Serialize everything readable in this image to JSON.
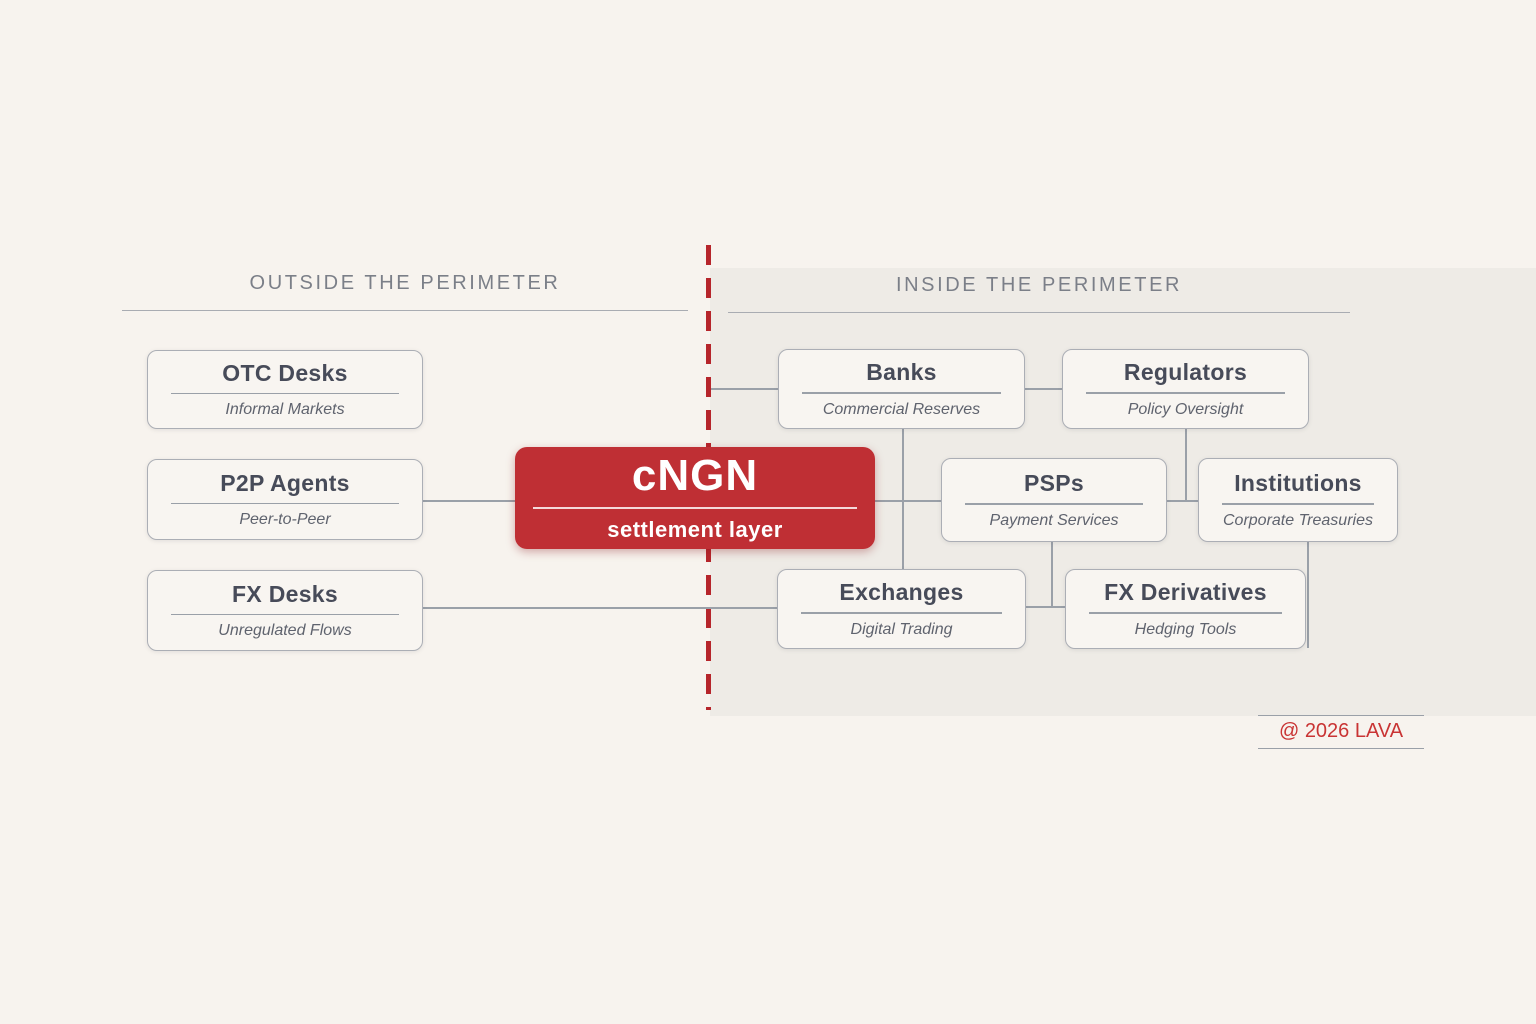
{
  "center": {
    "title": "cNGN",
    "subtitle": "settlement layer"
  },
  "outside": {
    "header": "OUTSIDE THE PERIMETER",
    "boxes": [
      {
        "title": "OTC Desks",
        "subtitle": "Informal Markets"
      },
      {
        "title": "P2P Agents",
        "subtitle": "Peer-to-Peer"
      },
      {
        "title": "FX Desks",
        "subtitle": "Unregulated Flows"
      }
    ]
  },
  "inside": {
    "header": "INSIDE THE PERIMETER",
    "boxes": [
      {
        "title": "Banks",
        "subtitle": "Commercial Reserves"
      },
      {
        "title": "Regulators",
        "subtitle": "Policy Oversight"
      },
      {
        "title": "PSPs",
        "subtitle": "Payment Services"
      },
      {
        "title": "Institutions",
        "subtitle": "Corporate Treasuries"
      },
      {
        "title": "Exchanges",
        "subtitle": "Digital Trading"
      },
      {
        "title": "FX Derivatives",
        "subtitle": "Hedging Tools"
      }
    ]
  },
  "footer": "@ 2026 LAVA",
  "edges": [
    {
      "from": "P2P Agents",
      "to": "cNGN"
    },
    {
      "from": "FX Desks",
      "to": "Exchanges"
    },
    {
      "from": "perimeter boundary",
      "to": "Banks"
    },
    {
      "from": "cNGN",
      "to": "PSPs"
    },
    {
      "from": "Banks",
      "to": "Regulators"
    },
    {
      "from": "Banks",
      "to": "Exchanges"
    },
    {
      "from": "Regulators",
      "to": "PSPs-Institutions link"
    },
    {
      "from": "PSPs",
      "to": "Institutions"
    },
    {
      "from": "PSPs",
      "to": "FX Derivatives"
    },
    {
      "from": "Exchanges",
      "to": "FX Derivatives"
    },
    {
      "from": "Institutions",
      "to": "FX Derivatives"
    }
  ],
  "colors": {
    "background": "#f7f3ee",
    "inside_panel": "#eeebe6",
    "accent_red": "#bf2f34",
    "dashed_line_red": "#b6252b",
    "connector_gray": "#9aa0a8",
    "title_text": "#474b59",
    "subtitle_text": "#5f636e",
    "header_text": "#7b7f88",
    "footer_red": "#c93434"
  }
}
